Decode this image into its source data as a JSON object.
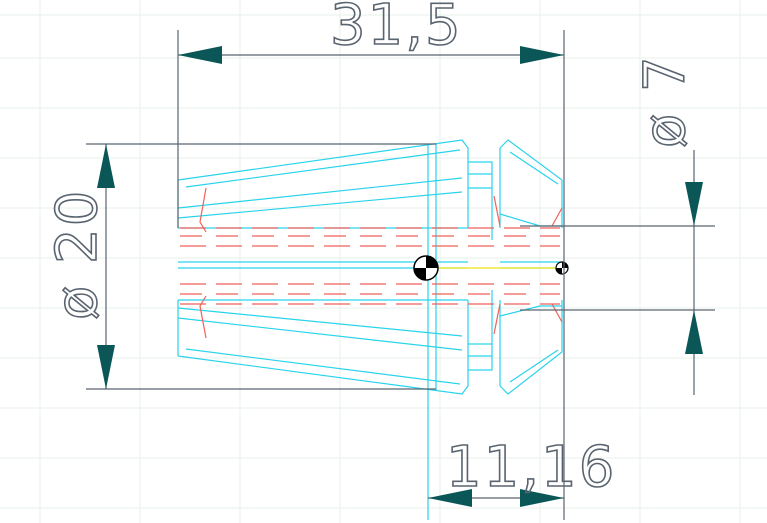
{
  "dimensions": {
    "overall_length": "31,5",
    "outer_diameter": "ø 20",
    "bore_diameter": "ø 7",
    "nose_length": "11,16"
  },
  "colors": {
    "dimension_line": "#5a6470",
    "arrowhead": "#0b5757",
    "outline": "#29d3ec",
    "hidden_lines": "#f0605a",
    "axis": "#f2e83a",
    "grid": "#e9f0ea"
  },
  "icons": [
    "center-point-icon",
    "center-point-icon"
  ]
}
